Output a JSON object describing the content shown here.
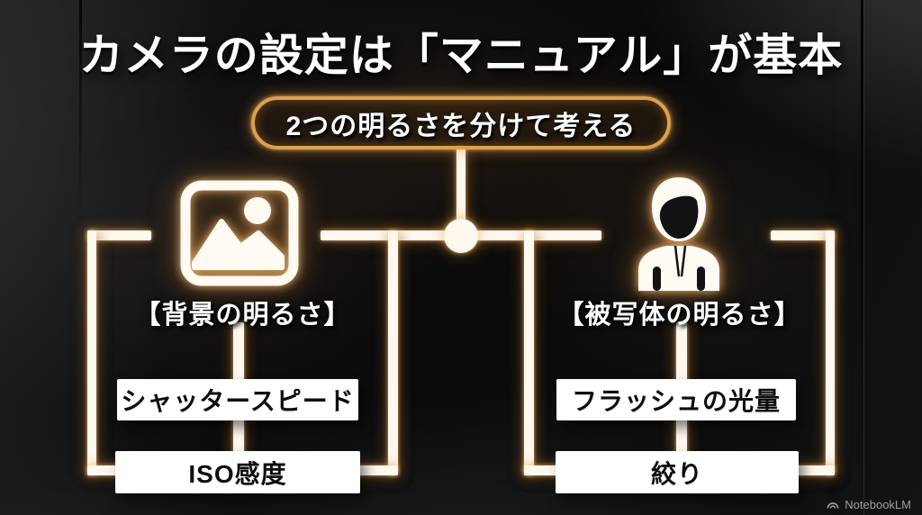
{
  "title": "カメラの設定は「マニュアル」が基本",
  "badge": {
    "text": "2つの明るさを分けて考える"
  },
  "tree": {
    "branches": [
      {
        "id": "background-brightness",
        "icon": "image-icon",
        "label": "【背景の明るさ】",
        "items": [
          "シャッタースピード",
          "ISO感度"
        ]
      },
      {
        "id": "subject-brightness",
        "icon": "person-icon",
        "label": "【被写体の明るさ】",
        "items": [
          "フラッシュの光量",
          "絞り"
        ]
      }
    ]
  },
  "watermark": "NotebookLM",
  "colors": {
    "background": "#0b0b0c",
    "line": "#fff8ef",
    "glow": "#ec9430",
    "badge_border": "#dda14c",
    "box_background": "#ffffff",
    "box_text": "#0e0e0e",
    "title_text": "#ffffff",
    "watermark_text": "#9aa0a3"
  }
}
